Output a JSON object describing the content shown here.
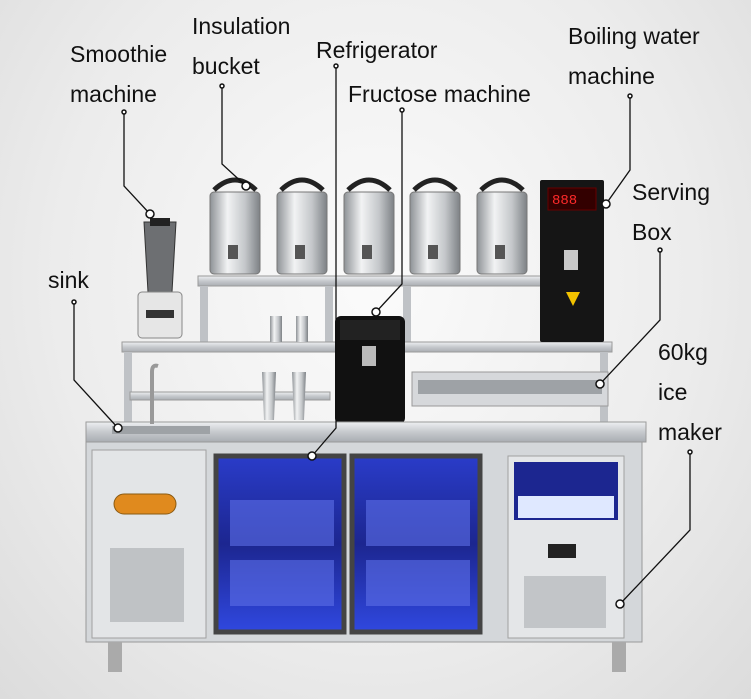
{
  "labels": {
    "smoothie": [
      "Smoothie",
      "machine"
    ],
    "insulation": [
      "Insulation",
      "bucket"
    ],
    "refrigerator": "Refrigerator",
    "fructose": "Fructose machine",
    "boiling": [
      "Boiling water",
      "machine"
    ],
    "serving": [
      "Serving",
      "Box"
    ],
    "sink": "sink",
    "ice": [
      "60kg",
      "ice",
      "maker"
    ]
  },
  "colors": {
    "text": "#111111",
    "steel": "#c9ccd0",
    "fridge_glow": "#2b3bd6",
    "appliance_black": "#151515",
    "accent_orange": "#e08a1e"
  }
}
